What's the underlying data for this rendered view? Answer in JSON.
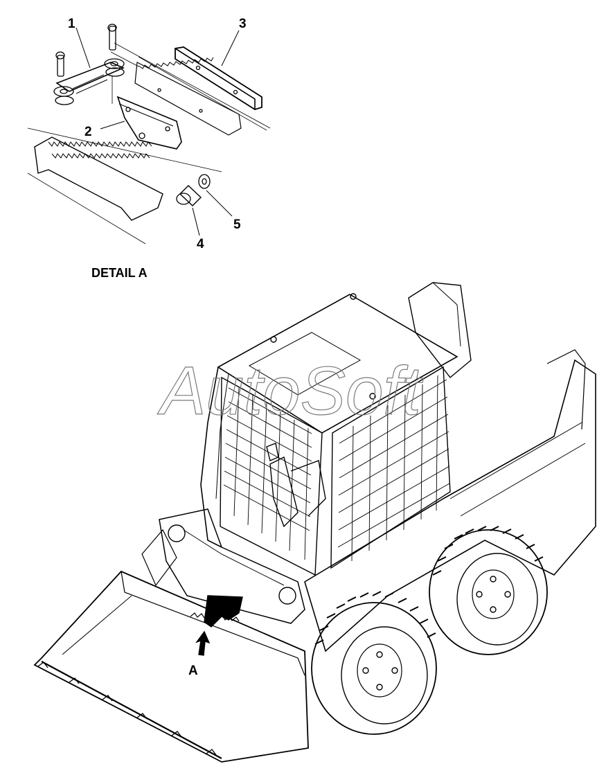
{
  "detail": {
    "title": "DETAIL A",
    "callouts": [
      {
        "label": "1",
        "part": "chain-with-lugs"
      },
      {
        "label": "2",
        "part": "mounting-bracket"
      },
      {
        "label": "3",
        "part": "spacer-bar"
      },
      {
        "label": "4",
        "part": "bolt"
      },
      {
        "label": "5",
        "part": "washer"
      }
    ]
  },
  "main_view": {
    "callout": "A",
    "subject": "skid-steer-loader"
  },
  "watermark": "AutoSoft",
  "colors": {
    "line": "#000000",
    "background": "#ffffff",
    "watermark": "#7a7a7a"
  }
}
